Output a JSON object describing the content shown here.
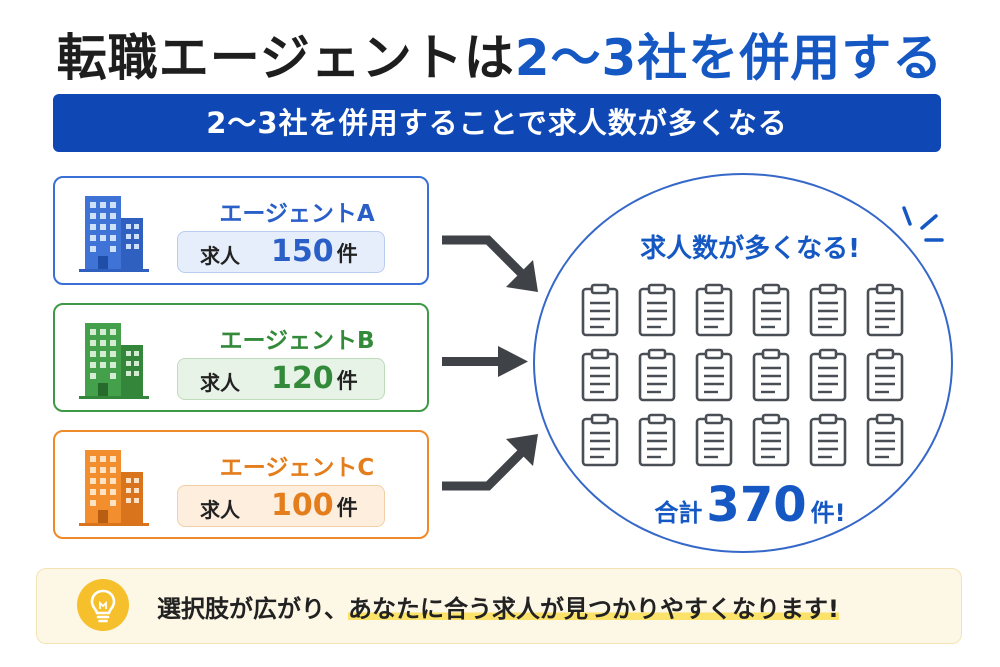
{
  "title": {
    "prefix": "転職エージェントは",
    "highlight": "2〜3社を併用する"
  },
  "banner": "2〜3社を併用することで求人数が多くなる",
  "agents": [
    {
      "name": "エージェントA",
      "label": "求人",
      "count": "150",
      "unit": "件",
      "color": "#3a6fd6",
      "pill_bg": "#e6eefb",
      "pill_border": "#b8cdf0"
    },
    {
      "name": "エージェントB",
      "label": "求人",
      "count": "120",
      "unit": "件",
      "color": "#3e9a45",
      "pill_bg": "#e7f3e6",
      "pill_border": "#bedbbb"
    },
    {
      "name": "エージェントC",
      "label": "求人",
      "count": "100",
      "unit": "件",
      "color": "#ef8a2a",
      "pill_bg": "#fdeedd",
      "pill_border": "#f3cfa6"
    }
  ],
  "result": {
    "title": "求人数が多くなる!",
    "total_label": "合計",
    "total_count": "370",
    "total_unit": "件!",
    "document_icon": "clipboard-icon",
    "document_rows": 3,
    "document_cols": 6
  },
  "tip": {
    "icon": "lightbulb-icon",
    "text_before": "選択肢が広がり、",
    "text_underlined": "あなたに合う求人が見つかりやすくなります!"
  },
  "colors": {
    "accent": "#1558c4",
    "banner": "#0f47b5",
    "arrow": "#3f4348",
    "circle": "#3568c9"
  }
}
